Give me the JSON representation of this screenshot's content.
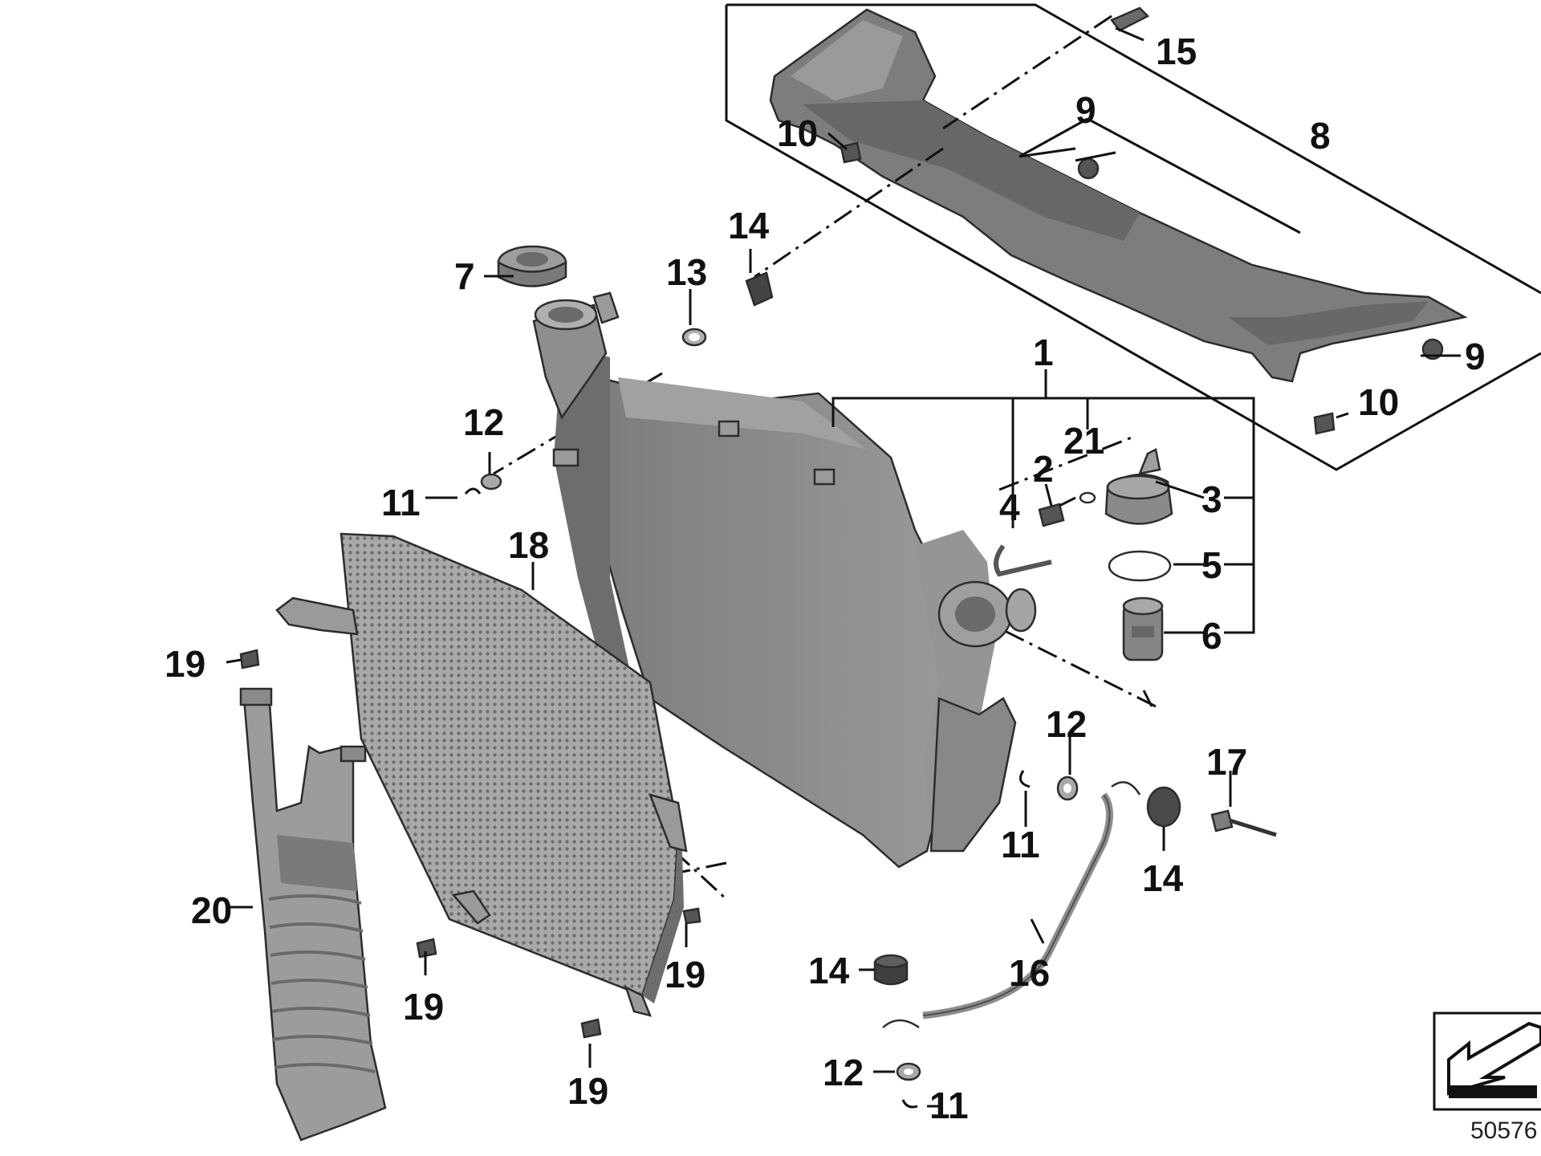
{
  "callouts": {
    "c1": "1",
    "c2": "2",
    "c3": "3",
    "c4": "4",
    "c5": "5",
    "c6": "6",
    "c7": "7",
    "c8": "8",
    "c9a": "9",
    "c9b": "9",
    "c10a": "10",
    "c10b": "10",
    "c11a": "11",
    "c11b": "11",
    "c11c": "11",
    "c12a": "12",
    "c12b": "12",
    "c12c": "12",
    "c13": "13",
    "c14a": "14",
    "c14b": "14",
    "c14c": "14",
    "c15": "15",
    "c16": "16",
    "c17": "17",
    "c18": "18",
    "c19a": "19",
    "c19b": "19",
    "c19c": "19",
    "c19d": "19",
    "c20": "20",
    "c21": "21"
  },
  "reference_number": "50576",
  "colors": {
    "part_fill": "#8c8c8c",
    "part_dark": "#5f5f5f",
    "part_light": "#b4b4b4",
    "line": "#111111"
  }
}
